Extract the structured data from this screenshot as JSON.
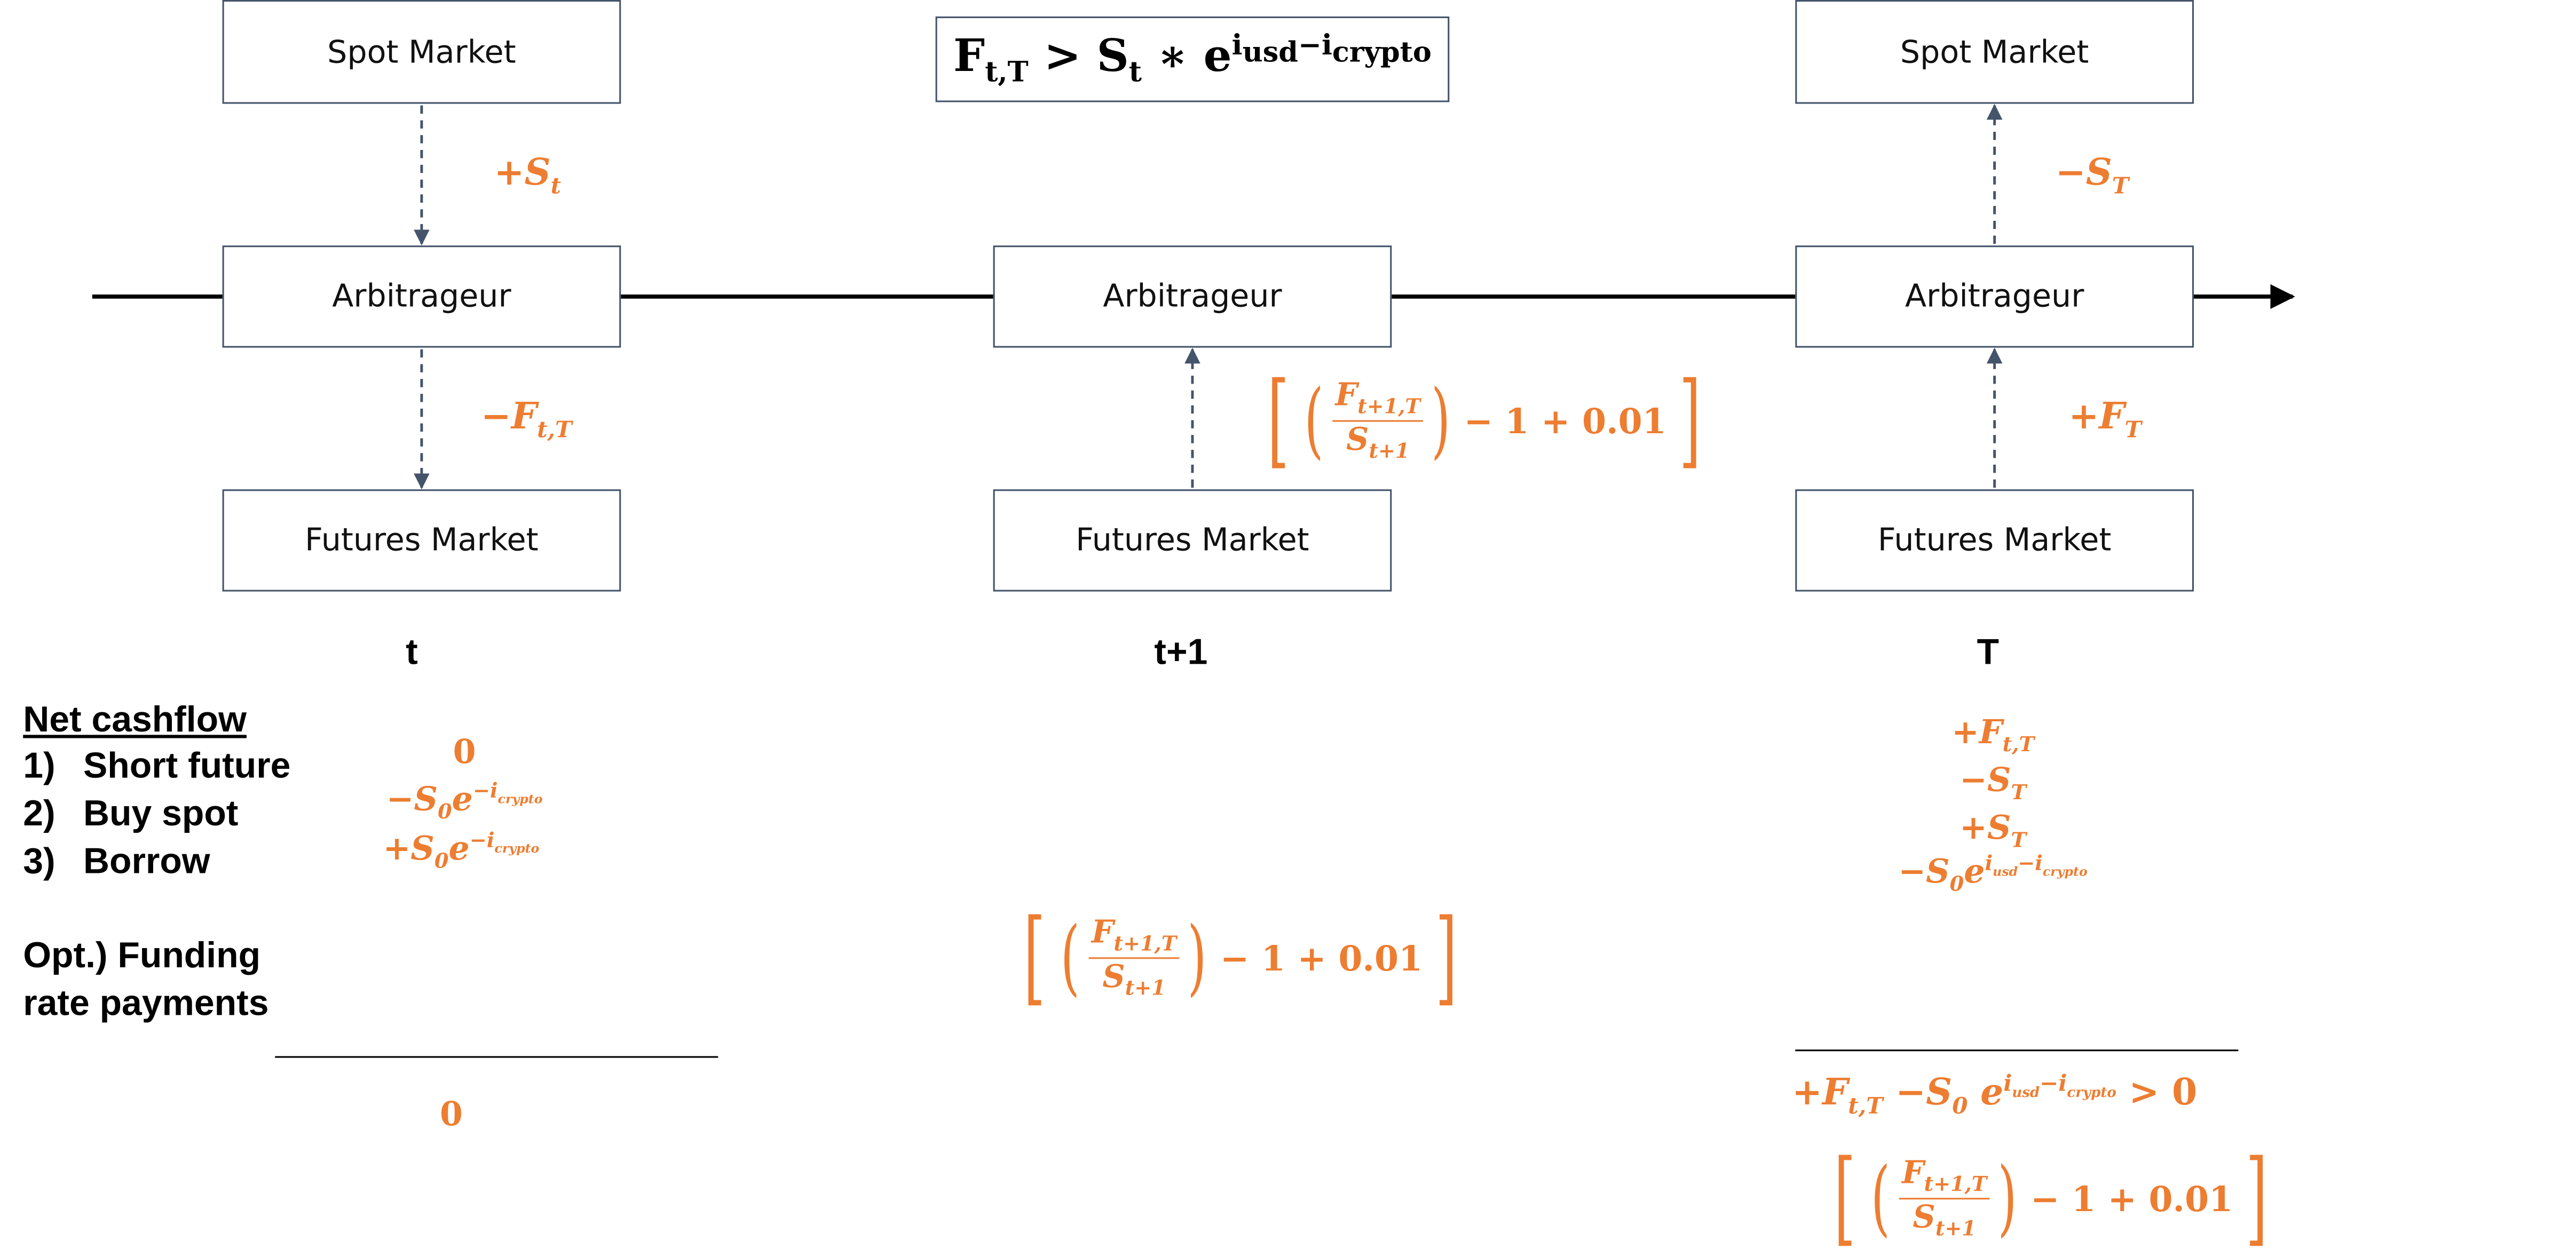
{
  "condition": {
    "F": "F",
    "F_sub": "t,T",
    "op": ">",
    "S": "S",
    "S_sub": "t",
    "star": "∗",
    "e": "e",
    "exp": "i",
    "exp_sub1": "usd",
    "minus": "−",
    "exp2": "i",
    "exp_sub2": "crypto"
  },
  "boxes": {
    "spot_market": "Spot Market",
    "arbitrageur": "Arbitrageur",
    "futures_market": "Futures Market"
  },
  "flows": {
    "t_spot": {
      "sign": "+",
      "var": "S",
      "sub": "t"
    },
    "t_futures": {
      "sign": "−",
      "var": "F",
      "sub": "t,T"
    },
    "T_spot": {
      "sign": "−",
      "var": "S",
      "sub": "T"
    },
    "T_futures": {
      "sign": "+",
      "var": "F",
      "sub": "T"
    }
  },
  "funding_rate": {
    "num_var": "F",
    "num_sub": "t+1,T",
    "den_var": "S",
    "den_sub": "t+1",
    "tail": "− 1 + 0.01"
  },
  "timeline": {
    "t": "t",
    "t1": "t+1",
    "T": "T"
  },
  "legend": {
    "title": "Net cashflow",
    "item1_n": "1)",
    "item1": "Short future",
    "item2_n": "2)",
    "item2": "Buy spot",
    "item3_n": "3)",
    "item3": "Borrow",
    "opt_line1": "Opt.) Funding",
    "opt_line2": "rate payments"
  },
  "cashflow_t": {
    "zero": "0",
    "buy": {
      "sign": "−",
      "var": "S",
      "sub": "0",
      "e": "e",
      "exp_sign": "−",
      "exp_var": "i",
      "exp_sub": "crypto"
    },
    "borrow": {
      "sign": "+",
      "var": "S",
      "sub": "0",
      "e": "e",
      "exp_sign": "−",
      "exp_var": "i",
      "exp_sub": "crypto"
    },
    "net": "0"
  },
  "cashflow_T": {
    "l1": {
      "sign": "+",
      "var": "F",
      "sub": "t,T"
    },
    "l2": {
      "sign": "−",
      "var": "S",
      "sub": "T"
    },
    "l3": {
      "sign": "+",
      "var": "S",
      "sub": "T"
    },
    "l4": {
      "sign": "−",
      "var": "S",
      "sub": "0",
      "e": "e",
      "exp_var1": "i",
      "exp_sub1": "usd",
      "exp_minus": "−",
      "exp_var2": "i",
      "exp_sub2": "crypto"
    },
    "net": {
      "sign": "+",
      "F": "F",
      "F_sub": "t,T",
      "minus": "−",
      "S": "S",
      "S_sub": "0",
      "e": "e",
      "exp_var1": "i",
      "exp_sub1": "usd",
      "exp_minus": "−",
      "exp_var2": "i",
      "exp_sub2": "crypto",
      "gt": "> 0"
    }
  },
  "colors": {
    "accent": "#ed7d31",
    "box_border": "#44546a",
    "arrow": "#44546a",
    "text": "#000000"
  }
}
